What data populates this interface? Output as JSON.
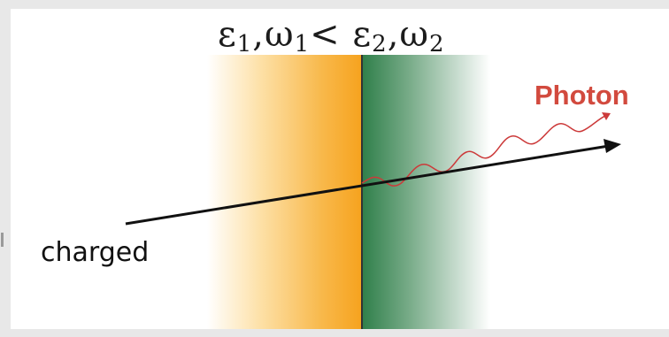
{
  "labels": {
    "epsilon1": "ε",
    "sub1": "1",
    "omega1": ",ω",
    "sub1b": "1",
    "less_than": "<",
    "epsilon2": "ε",
    "sub2": "2",
    "omega2": ",ω",
    "sub2b": "2",
    "photon": "Photon",
    "charged": "charged"
  },
  "colors": {
    "medium1": "#f6a31f",
    "medium2": "#2f7f4a",
    "photon_wave": "#cc3a3a",
    "photon_text": "#d24a3e",
    "particle_track": "#111111"
  }
}
